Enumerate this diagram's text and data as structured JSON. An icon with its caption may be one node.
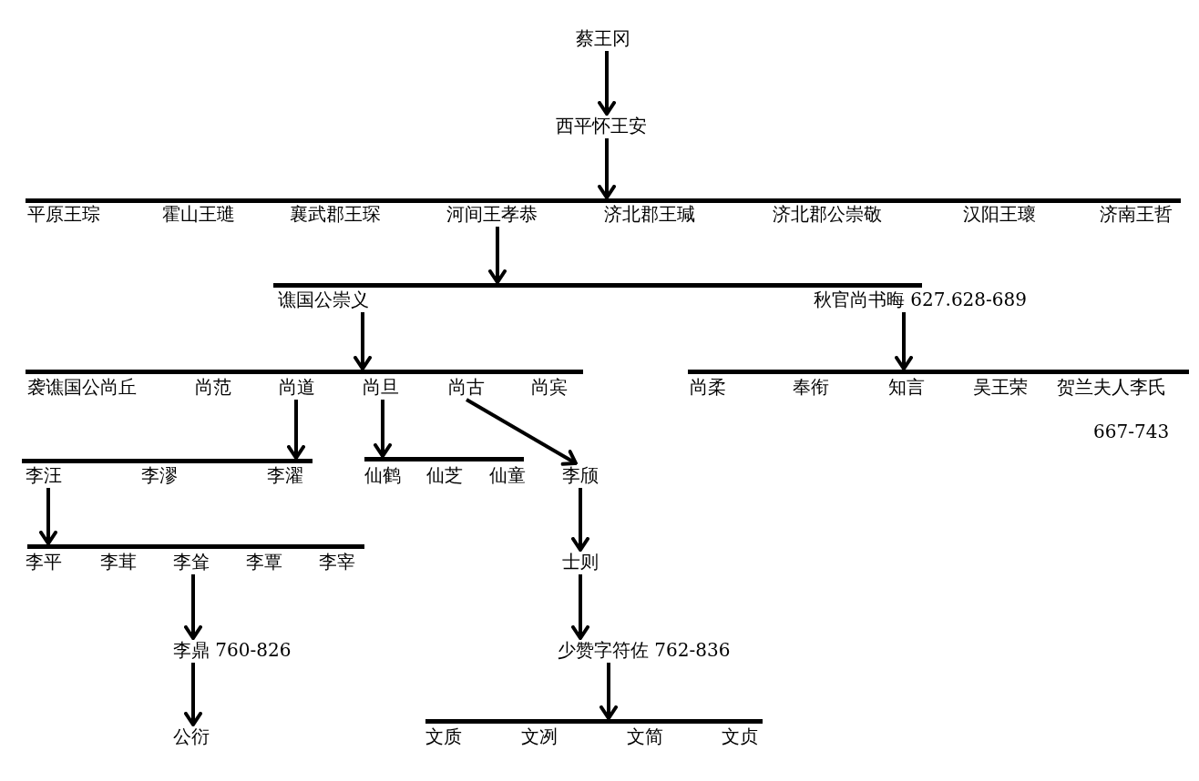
{
  "diagram": {
    "nodes": [
      {
        "text": [
          "蔡王冈"
        ]
      },
      {
        "text": [
          "西平怀王安"
        ]
      },
      {
        "text": [],
        "shape": "bar"
      },
      {
        "text": [
          "平原王琮"
        ]
      },
      {
        "text": [
          "霍山王璡"
        ]
      },
      {
        "text": [
          "襄武郡王琛"
        ]
      },
      {
        "text": [
          "河间王孝恭"
        ]
      },
      {
        "text": [
          "济北郡王瑊"
        ]
      },
      {
        "text": [
          "济北郡公崇敬"
        ]
      },
      {
        "text": [
          "汉阳王瓌"
        ]
      },
      {
        "text": [
          "济南王哲"
        ]
      },
      {
        "text": [],
        "shape": "bar"
      },
      {
        "text": [
          "谯国公崇义"
        ]
      },
      {
        "text": [
          "秋官尚书晦 627.628-689"
        ]
      },
      {
        "text": [],
        "shape": "bar"
      },
      {
        "text": [
          "袭谯国公尚丘"
        ]
      },
      {
        "text": [
          "尚范"
        ]
      },
      {
        "text": [
          "尚道"
        ]
      },
      {
        "text": [
          "尚旦"
        ]
      },
      {
        "text": [
          "尚古"
        ]
      },
      {
        "text": [
          "尚宾"
        ]
      },
      {
        "text": [],
        "shape": "bar"
      },
      {
        "text": [
          "尚柔"
        ]
      },
      {
        "text": [
          "奉衔"
        ]
      },
      {
        "text": [
          "知言"
        ]
      },
      {
        "text": [
          "吴王荣"
        ]
      },
      {
        "text": [
          "贺兰夫人李氏"
        ],
        "beside": [
          "667-743"
        ]
      },
      {
        "text": [],
        "shape": "bar"
      },
      {
        "text": [
          "李汪"
        ]
      },
      {
        "text": [
          "李漻"
        ]
      },
      {
        "text": [
          "李濯"
        ]
      },
      {
        "text": [],
        "shape": "bar"
      },
      {
        "text": [
          "仙鹤"
        ]
      },
      {
        "text": [
          "仙芝"
        ]
      },
      {
        "text": [
          "仙童"
        ]
      },
      {
        "text": [
          "李颀"
        ]
      },
      {
        "text": [],
        "shape": "bar"
      },
      {
        "text": [
          "李平"
        ]
      },
      {
        "text": [
          "李茸"
        ]
      },
      {
        "text": [
          "李耸"
        ]
      },
      {
        "text": [
          "李覃"
        ]
      },
      {
        "text": [
          "李宰"
        ]
      },
      {
        "text": [
          "士则"
        ]
      },
      {
        "text": [
          "李鼎 760-826"
        ]
      },
      {
        "text": [
          "少赞字符佐 762-836"
        ]
      },
      {
        "text": [
          "公衍"
        ]
      },
      {
        "text": [],
        "shape": "bar"
      },
      {
        "text": [
          "文质"
        ]
      },
      {
        "text": [
          "文冽"
        ]
      },
      {
        "text": [
          "文简"
        ]
      },
      {
        "text": [
          "文贞"
        ]
      }
    ],
    "edges": [
      {
        "from": 0,
        "to": 1,
        "arrow": "to"
      },
      {
        "from": 1,
        "to": 2,
        "arrow": "to"
      },
      {
        "from": 6,
        "to": 11,
        "arrow": "to"
      },
      {
        "from": 12,
        "to": 14,
        "arrow": "to"
      },
      {
        "from": 13,
        "to": 21,
        "arrow": "to"
      },
      {
        "from": 17,
        "to": 27,
        "arrow": "to"
      },
      {
        "from": 18,
        "to": 31,
        "arrow": "to"
      },
      {
        "from": 19,
        "to": 35,
        "arrow": "to"
      },
      {
        "from": 28,
        "to": 36,
        "arrow": "to"
      },
      {
        "from": 35,
        "to": 42,
        "arrow": "to"
      },
      {
        "from": 39,
        "to": 43,
        "arrow": "to"
      },
      {
        "from": 42,
        "to": 44,
        "arrow": "to"
      },
      {
        "from": 43,
        "to": 45,
        "arrow": "to"
      },
      {
        "from": 44,
        "to": 46,
        "arrow": "to"
      }
    ]
  }
}
